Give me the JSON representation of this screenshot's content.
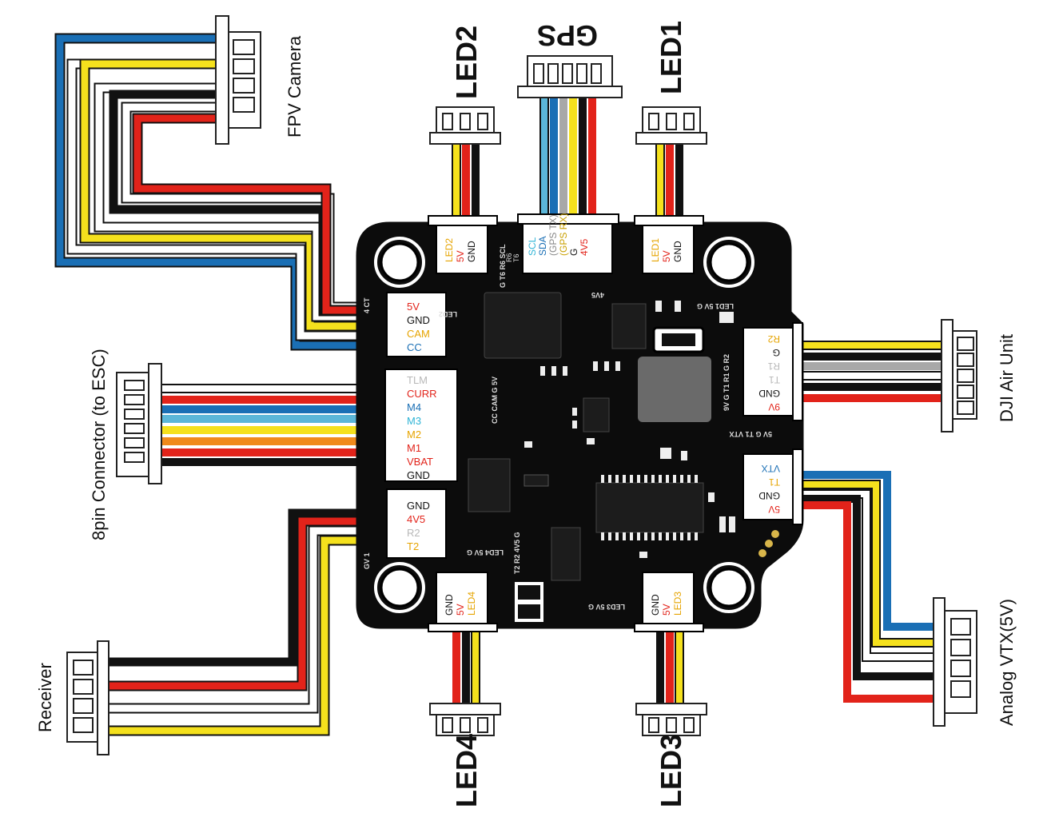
{
  "labels": {
    "fpv_camera": "FPV Camera",
    "esc_connector": "8pin Connector (to ESC)",
    "receiver": "Receiver",
    "led2": "LED2",
    "gps": "GPS",
    "led1": "LED1",
    "dji_air_unit": "DJI Air Unit",
    "analog_vtx": "Analog VTX(5V)",
    "led4": "LED4",
    "led3": "LED3"
  },
  "colors": {
    "red": "#e2231a",
    "black": "#111111",
    "yellow": "#f5e11d",
    "white": "#ffffff",
    "blue": "#1a6fb5",
    "lightblue": "#5bb6d8",
    "gray": "#a8a8a8",
    "orange": "#f08a1c",
    "board": "#0c0c0c"
  },
  "pads": {
    "cam": [
      "5V",
      "GND",
      "CAM",
      "CC"
    ],
    "esc": [
      "TLM",
      "CURR",
      "M4",
      "M3",
      "M2",
      "M1",
      "VBAT",
      "GND"
    ],
    "rx": [
      "GND",
      "4V5",
      "R2",
      "T2"
    ],
    "led2": [
      "LED2",
      "5V",
      "GND"
    ],
    "gps": [
      "SCL",
      "SDA",
      "(GPS TX)",
      "(GPS RX)",
      "G",
      "4V5"
    ],
    "gps_sub": [
      "R6",
      "T6"
    ],
    "led1": [
      "LED1",
      "5V",
      "GND"
    ],
    "dji": [
      "R2",
      "G",
      "R1",
      "T1",
      "GND",
      "9V"
    ],
    "vtx": [
      "VTX",
      "T1",
      "GND",
      "5V"
    ],
    "led4": [
      "GND",
      "5V",
      "LED4"
    ],
    "led3": [
      "GND",
      "5V",
      "LED3"
    ]
  },
  "silk": {
    "ct": "4 CT",
    "gv": "GV 1",
    "led_left": "LED2",
    "gps_silk": "G T6 R6 SCL",
    "vtx_silk": "5V G T1 VTX",
    "led1_silk": "LED1 5V G",
    "dji_silk": "9V G T1 R1 G R2",
    "cam_silk": "CC CAM G 5V",
    "led4_silk": "LED4 5V G",
    "led3_silk": "LED3 5V G",
    "rx_silk": "T2 R2 4V5 G",
    "v45": "4V5"
  }
}
